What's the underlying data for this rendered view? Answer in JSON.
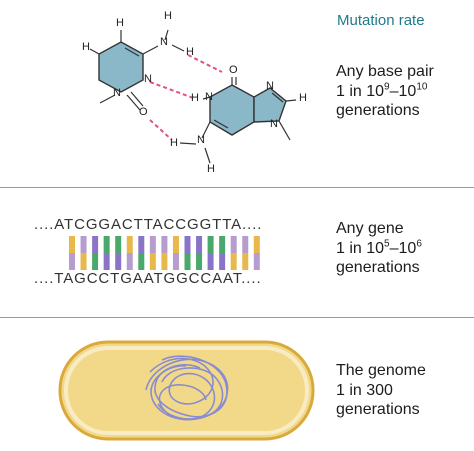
{
  "header": {
    "title": "Mutation rate"
  },
  "rows": [
    {
      "line1": "Any base pair",
      "line2_prefix": "1 in 10",
      "line2_exp1": "9",
      "line2_mid": "–10",
      "line2_exp2": "10",
      "line3": "generations"
    },
    {
      "line1": "Any gene",
      "line2_prefix": "1 in 10",
      "line2_exp1": "5",
      "line2_mid": "–10",
      "line2_exp2": "6",
      "line3": "generations"
    },
    {
      "line1": "The genome",
      "line2": "1 in 300",
      "line3": "generations"
    }
  ],
  "molecule": {
    "left_atoms": [
      "H",
      "H",
      "N",
      "H",
      "H",
      "N",
      "N",
      "O"
    ],
    "right_atoms": [
      "O",
      "N",
      "H",
      "N",
      "H",
      "N",
      "N",
      "H",
      "N",
      "H"
    ]
  },
  "dna": {
    "top_strand": "....ATCGGACTTACCGGTTA....",
    "bottom_strand": "....TAGCCTGAATGGCCAAT....",
    "bases_top": "ATCGGACTTACCGGTTA",
    "bases_bottom": "TAGCCTGAATGGCCAAT",
    "base_colors": {
      "A": "#e8b84a",
      "T": "#b79ccf",
      "C": "#8a74c8",
      "G": "#4aa86a"
    }
  },
  "colors": {
    "heading": "#1f7a8c",
    "ring": "#8ab8c8",
    "hbond": "#e0508a",
    "cell_fill": "#f2d98a",
    "cell_edge": "#d9a93a",
    "chromosome": "#8a8cd0"
  }
}
